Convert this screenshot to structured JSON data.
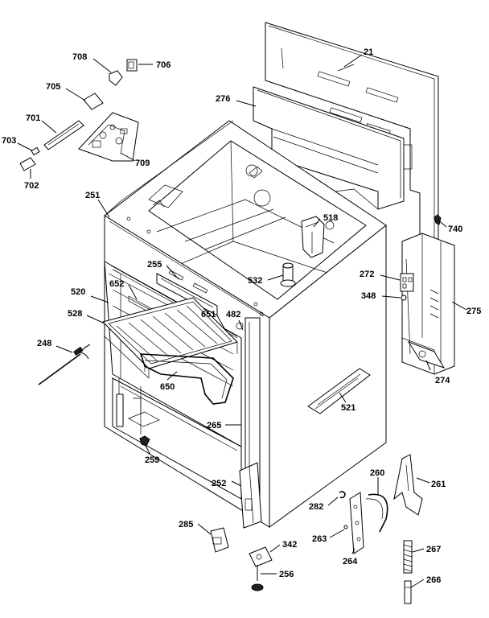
{
  "labels": {
    "p21": "21",
    "p276": "276",
    "p708": "708",
    "p706": "706",
    "p705": "705",
    "p701": "701",
    "p703": "703",
    "p702": "702",
    "p709": "709",
    "p251": "251",
    "p255": "255",
    "p652": "652",
    "p520": "520",
    "p528": "528",
    "p651": "651",
    "p482": "482",
    "p532": "532",
    "p518": "518",
    "p740": "740",
    "p272": "272",
    "p348": "348",
    "p275": "275",
    "p274": "274",
    "p248": "248",
    "p650": "650",
    "p521": "521",
    "p265": "265",
    "p259": "259",
    "p252": "252",
    "p260": "260",
    "p261": "261",
    "p282": "282",
    "p263": "263",
    "p264": "264",
    "p285": "285",
    "p342": "342",
    "p256": "256",
    "p267": "267",
    "p266": "266"
  }
}
